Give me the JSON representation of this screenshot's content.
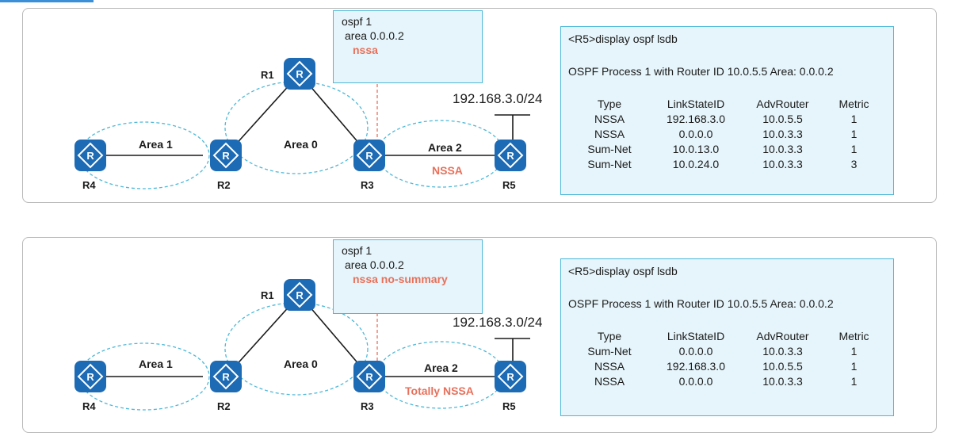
{
  "panels": [
    {
      "routers": {
        "r1": "R1",
        "r2": "R2",
        "r3": "R3",
        "r4": "R4",
        "r5": "R5"
      },
      "areas": {
        "area1": "Area 1",
        "area0": "Area 0",
        "area2": "Area 2",
        "area2_type": "NSSA"
      },
      "config": {
        "line1": "ospf 1",
        "line2": "area 0.0.0.2",
        "line3": "nssa"
      },
      "prefix": "192.168.3.0/24",
      "lsdb": {
        "command": "<R5>display  ospf lsdb",
        "process": "OSPF Process 1 with Router ID 10.0.5.5   Area: 0.0.0.2",
        "headers": [
          "Type",
          "LinkStateID",
          "AdvRouter",
          "Metric"
        ],
        "rows": [
          [
            "NSSA",
            "192.168.3.0",
            "10.0.5.5",
            "1"
          ],
          [
            "NSSA",
            "0.0.0.0",
            "10.0.3.3",
            "1"
          ],
          [
            "Sum-Net",
            "10.0.13.0",
            "10.0.3.3",
            "1"
          ],
          [
            "Sum-Net",
            "10.0.24.0",
            "10.0.3.3",
            "3"
          ]
        ]
      }
    },
    {
      "routers": {
        "r1": "R1",
        "r2": "R2",
        "r3": "R3",
        "r4": "R4",
        "r5": "R5"
      },
      "areas": {
        "area1": "Area 1",
        "area0": "Area 0",
        "area2": "Area 2",
        "area2_type": "Totally NSSA"
      },
      "config": {
        "line1": "ospf 1",
        "line2": "area 0.0.0.2",
        "line3": "nssa no-summary"
      },
      "prefix": "192.168.3.0/24",
      "lsdb": {
        "command": "<R5>display ospf lsdb",
        "process": "OSPF Process 1 with Router ID 10.0.5.5  Area: 0.0.0.2",
        "headers": [
          "Type",
          "LinkStateID",
          "AdvRouter",
          "Metric"
        ],
        "rows": [
          [
            "Sum-Net",
            "0.0.0.0",
            "10.0.3.3",
            "1"
          ],
          [
            "NSSA",
            "192.168.3.0",
            "10.0.5.5",
            "1"
          ],
          [
            "NSSA",
            "0.0.0.0",
            "10.0.3.3",
            "1"
          ]
        ]
      }
    }
  ],
  "colors": {
    "router": "#1d6bb5",
    "link": "#1a1a1a",
    "area_outline": "#4db8d8",
    "accent": "#e8705a",
    "box_fill": "#e6f5fb"
  },
  "icons": {
    "router": "router-icon"
  }
}
